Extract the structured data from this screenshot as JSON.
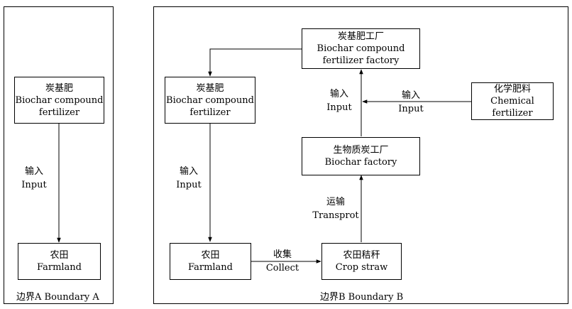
{
  "boundary_a": {
    "label": "边界A  Boundary A",
    "fertilizer": {
      "zh": "炭基肥",
      "en1": "Biochar compound",
      "en2": "fertilizer"
    },
    "input_label": {
      "zh": "输入",
      "en": "Input"
    },
    "farmland": {
      "zh": "农田",
      "en": "Farmland"
    }
  },
  "boundary_b": {
    "label": "边界B  Boundary B",
    "factory": {
      "zh": "炭基肥工厂",
      "en1": "Biochar compound",
      "en2": "fertilizer factory"
    },
    "fertilizer": {
      "zh": "炭基肥",
      "en1": "Biochar compound",
      "en2": "fertilizer"
    },
    "chemical": {
      "zh": "化学肥料",
      "en1": "Chemical",
      "en2": "fertilizer"
    },
    "biochar_factory": {
      "zh": "生物质炭工厂",
      "en": "Biochar factory"
    },
    "farmland": {
      "zh": "农田",
      "en": "Farmland"
    },
    "crop_straw": {
      "zh": "农田秸秆",
      "en": "Crop straw"
    },
    "input_left": {
      "zh": "输入",
      "en": "Input"
    },
    "input_center": {
      "zh": "输入",
      "en": "Input"
    },
    "input_right": {
      "zh": "输入",
      "en": "Input"
    },
    "transport": {
      "zh": "运输",
      "en": "Transprot"
    },
    "collect": {
      "zh": "收集",
      "en": "Collect"
    }
  }
}
